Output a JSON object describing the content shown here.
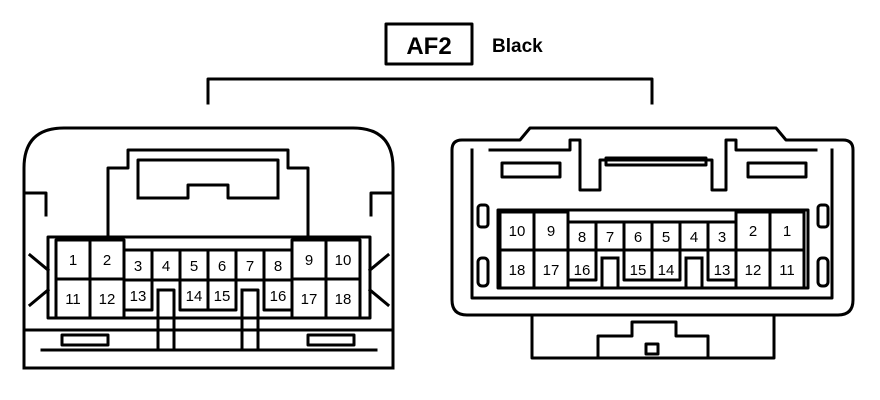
{
  "connector": {
    "code": "AF2",
    "color_label": "Black"
  },
  "left_connector": {
    "pins": [
      "1",
      "2",
      "3",
      "4",
      "5",
      "6",
      "7",
      "8",
      "9",
      "10",
      "11",
      "12",
      "13",
      "14",
      "15",
      "16",
      "17",
      "18"
    ]
  },
  "right_connector": {
    "pins": [
      "10",
      "9",
      "8",
      "7",
      "6",
      "5",
      "4",
      "3",
      "2",
      "1",
      "18",
      "17",
      "16",
      "15",
      "14",
      "13",
      "12",
      "11"
    ]
  },
  "colors": {
    "line": "#000000",
    "background": "#ffffff"
  }
}
